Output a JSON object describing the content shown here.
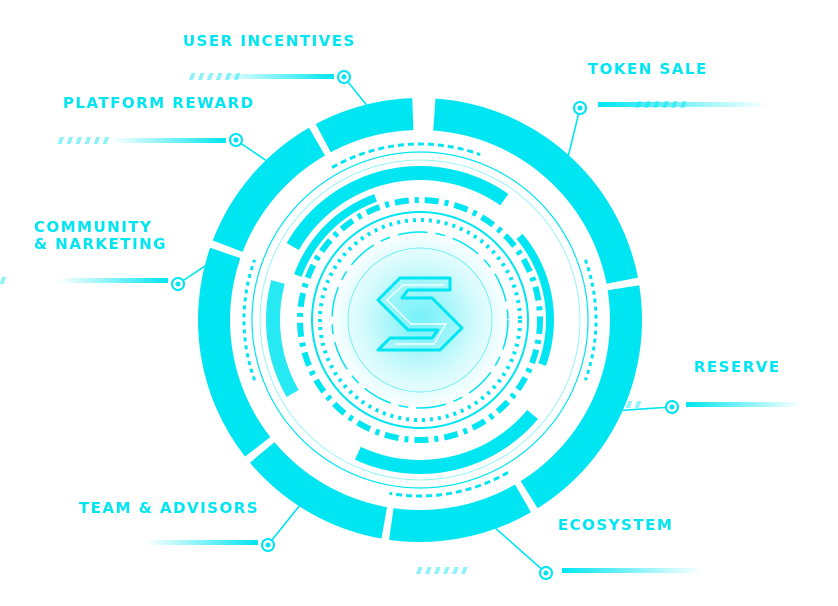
{
  "colors": {
    "accent": "#00e5f2",
    "accent_light": "#7ff3f8",
    "background": "#ffffff"
  },
  "center": {
    "icon": "s-logo-icon"
  },
  "segments": [
    {
      "id": "token-sale",
      "label": "TOKEN SALE"
    },
    {
      "id": "reserve",
      "label": "RESERVE"
    },
    {
      "id": "ecosystem",
      "label": "ECOSYSTEM"
    },
    {
      "id": "team-advisors",
      "label": "TEAM & ADVISORS"
    },
    {
      "id": "community-marketing",
      "label": "COMMUNITY\n& NARKETING"
    },
    {
      "id": "platform-reward",
      "label": "PLATFORM REWARD"
    },
    {
      "id": "user-incentives",
      "label": "USER INCENTIVES"
    }
  ]
}
